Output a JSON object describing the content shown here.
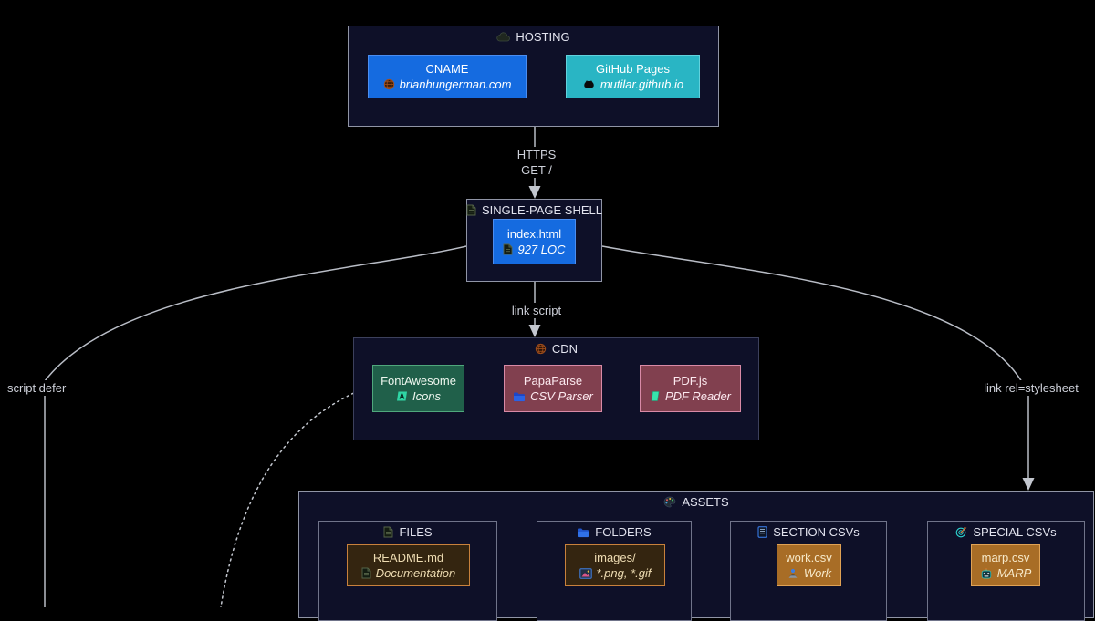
{
  "diagram": {
    "background": "#000000",
    "edge_color": "#b9bdc6"
  },
  "groups": {
    "hosting": {
      "title": "HOSTING",
      "icon": "cloud-icon"
    },
    "shell": {
      "title": "SINGLE-PAGE SHELL",
      "icon": "file-icon"
    },
    "cdn": {
      "title": "CDN",
      "icon": "globe-icon"
    },
    "assets": {
      "title": "ASSETS",
      "icon": "palette-icon"
    },
    "files": {
      "title": "FILES",
      "icon": "file-icon"
    },
    "folders": {
      "title": "FOLDERS",
      "icon": "folder-icon"
    },
    "section_csvs": {
      "title": "SECTION CSVs",
      "icon": "server-icon"
    },
    "special_csvs": {
      "title": "SPECIAL CSVs",
      "icon": "dart-icon"
    }
  },
  "nodes": {
    "cname": {
      "title": "CNAME",
      "subtitle": "brianhungerman.com",
      "icon": "globe-icon",
      "fill": "#156be0"
    },
    "github_pages": {
      "title": "GitHub Pages",
      "subtitle": "mutilar.github.io",
      "icon": "github-icon",
      "fill": "#29b5c4"
    },
    "index_html": {
      "title": "index.html",
      "subtitle": "927 LOC",
      "icon": "file-icon",
      "fill": "#156be0"
    },
    "fontawesome": {
      "title": "FontAwesome",
      "subtitle": "Icons",
      "icon": "fontawesome-icon",
      "fill": "#20604a"
    },
    "papaparse": {
      "title": "PapaParse",
      "subtitle": "CSV Parser",
      "icon": "folder-icon",
      "fill": "#81404f"
    },
    "pdfjs": {
      "title": "PDF.js",
      "subtitle": "PDF Reader",
      "icon": "pdf-icon",
      "fill": "#81404f"
    },
    "readme": {
      "title": "README.md",
      "subtitle": "Documentation",
      "icon": "file-icon",
      "fill": "#342510"
    },
    "images": {
      "title": "images/",
      "subtitle": "*.png, *.gif",
      "icon": "image-icon",
      "fill": "#342510"
    },
    "work_csv": {
      "title": "work.csv",
      "subtitle": "Work",
      "icon": "technologist-icon",
      "fill": "#a86d26"
    },
    "marp_csv": {
      "title": "marp.csv",
      "subtitle": "MARP",
      "icon": "robot-icon",
      "fill": "#a86d26"
    }
  },
  "edges": {
    "hosting_to_shell": {
      "line1": "HTTPS",
      "line2": "GET /",
      "style": "solid-arrow"
    },
    "shell_to_cdn": {
      "label": "link script",
      "style": "solid-arrow"
    },
    "shell_left": {
      "label": "script defer",
      "style": "solid"
    },
    "shell_right": {
      "label": "link rel=stylesheet",
      "style": "solid-arrow"
    },
    "fontawesome_down": {
      "label": "",
      "style": "dotted"
    }
  }
}
